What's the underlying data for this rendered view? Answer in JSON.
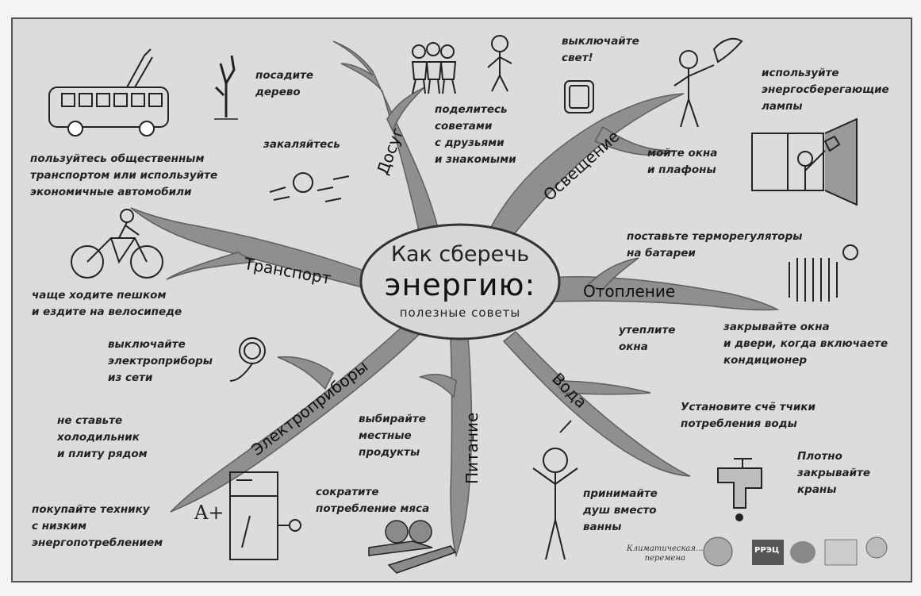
{
  "center": {
    "line1": "Как сберечь",
    "line2": "энергию:",
    "line3": "полезные советы"
  },
  "branches": {
    "dosug": "Досуг",
    "osveshchenie": "Освещение",
    "transport": "Транспорт",
    "otoplenie": "Отопление",
    "elektropribory": "Электроприборы",
    "pitanie": "Питание",
    "voda": "Вода"
  },
  "tips": {
    "plant_tree": "посадите\nдерево",
    "switch_off_light": "выключайте\nсвет!",
    "share_tips": "поделитесь\nсоветами\nс друзьями\nи знакомыми",
    "energy_lamps": "используйте\nэнергосберегающие\nлампы",
    "harden": "закаляйтесь",
    "public_transport": "пользуйтесь общественным\nтранспортом или используйте\nэкономичные автомобили",
    "wash_windows": "мойте окна\nи плафоны",
    "thermostats": "поставьте терморегуляторы\nна батареи",
    "walk_bike": "чаще ходите пешком\nи ездите на велосипеде",
    "insulate_windows": "утеплите\nокна",
    "close_windows": "закрывайте окна\nи двери, когда включаете\nкондиционер",
    "unplug": "выключайте\nэлектроприборы\nиз сети",
    "fridge_stove": "не ставьте\nхолодильник\nи плиту рядом",
    "local_food": "выбирайте\nместные\nпродукты",
    "water_meters": "Установите счё тчики\nпотребления воды",
    "less_meat": "сократите\nпотребление мяса",
    "close_taps": "Плотно\nзакрывайте\nкраны",
    "low_energy_appliances": "покупайте технику\nс низким\nэнергопотреблением",
    "shower": "принимайте\nдуш вместо\nванны"
  },
  "appliance_class": "A+",
  "logos": {
    "klimat": "Климатическая...\nперемена",
    "rrec": "РРЭЦ"
  },
  "colors": {
    "branch": "#8f8f8f",
    "branch_edge": "#5e5e5e",
    "bubble": "#d8d8d6",
    "ink": "#222222"
  }
}
